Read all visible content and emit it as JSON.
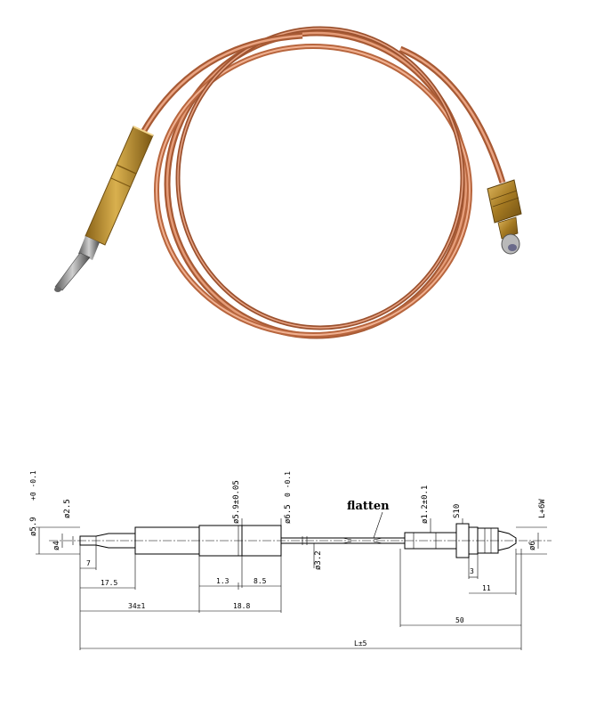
{
  "photo": {
    "subject": "copper thermocouple with brass probe and nut connector",
    "colors": {
      "copper": "#c8734e",
      "copper_light": "#e8a888",
      "brass": "#b98a2e",
      "steel": "#8a8a8a"
    }
  },
  "drawing": {
    "callout": "flatten",
    "dims_vertical": {
      "d_tip": "ø5.9",
      "d_tip_tol": "+0 -0.1",
      "d_25": "ø2.5",
      "d_4": "ø4",
      "d_body": "ø5.9±0.05",
      "d_65": "ø6.5",
      "d_65_tol": "0 -0.1",
      "d_32": "ø3.2",
      "d_12": "ø1.2±0.1",
      "s10": "S10",
      "thread": "L+6W",
      "d_6": "ø6"
    },
    "dims_horizontal": {
      "d7": "7",
      "d175": "17.5",
      "d13": "1.3",
      "d85": "8.5",
      "d341": "34±1",
      "d188": "18.8",
      "d3": "3",
      "d11": "11",
      "d50": "50",
      "total": "L±5"
    }
  }
}
